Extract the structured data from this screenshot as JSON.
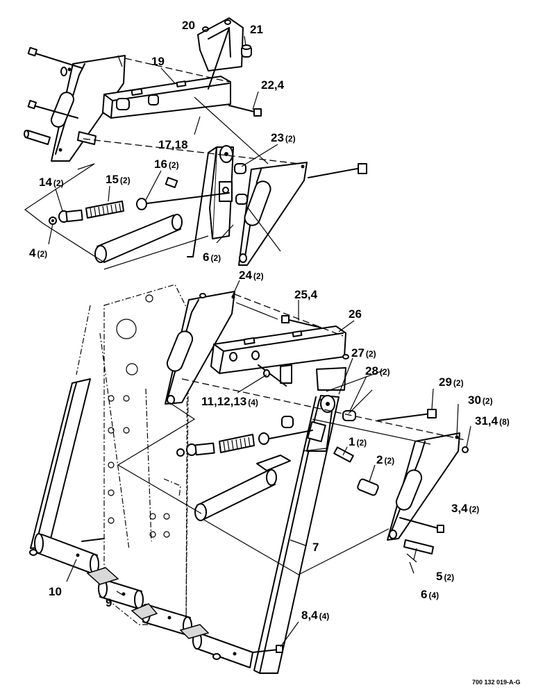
{
  "figure_id": "700 132 019-A-G",
  "callouts": [
    {
      "num": "20",
      "qty": ""
    },
    {
      "num": "21",
      "qty": ""
    },
    {
      "num": "19",
      "qty": ""
    },
    {
      "num": "22,4",
      "qty": ""
    },
    {
      "num": "17,18",
      "qty": ""
    },
    {
      "num": "23",
      "qty": "(2)"
    },
    {
      "num": "16",
      "qty": "(2)"
    },
    {
      "num": "14",
      "qty": "(2)"
    },
    {
      "num": "15",
      "qty": "(2)"
    },
    {
      "num": "4",
      "qty": "(2)"
    },
    {
      "num": "6",
      "qty": "(2)"
    },
    {
      "num": "24",
      "qty": "(2)"
    },
    {
      "num": "25,4",
      "qty": ""
    },
    {
      "num": "26",
      "qty": ""
    },
    {
      "num": "27",
      "qty": "(2)"
    },
    {
      "num": "28",
      "qty": "(2)"
    },
    {
      "num": "11,12,13",
      "qty": "(4)"
    },
    {
      "num": "29",
      "qty": "(2)"
    },
    {
      "num": "30",
      "qty": "(2)"
    },
    {
      "num": "31,4",
      "qty": "(8)"
    },
    {
      "num": "1",
      "qty": "(2)"
    },
    {
      "num": "2",
      "qty": "(2)"
    },
    {
      "num": "3,4",
      "qty": "(2)"
    },
    {
      "num": "7",
      "qty": ""
    },
    {
      "num": "5",
      "qty": "(2)"
    },
    {
      "num": "6",
      "qty": "(4)"
    },
    {
      "num": "10",
      "qty": ""
    },
    {
      "num": "9",
      "qty": ""
    },
    {
      "num": "8,4",
      "qty": "(4)"
    }
  ]
}
